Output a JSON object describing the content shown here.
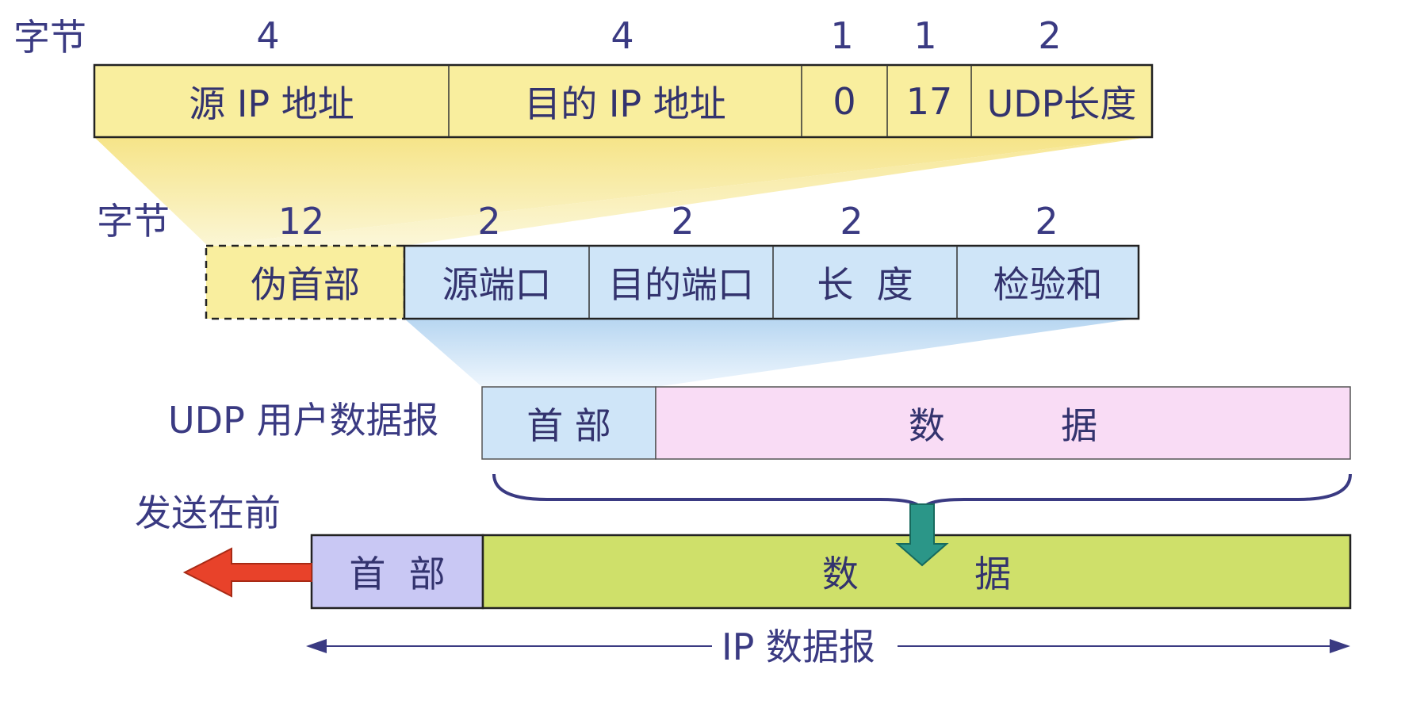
{
  "pseudo_header": {
    "bytes_label": "字节",
    "byte_counts": [
      "4",
      "4",
      "1",
      "1",
      "2"
    ],
    "fields": [
      "源 IP 地址",
      "目的 IP 地址",
      "0",
      "17",
      "UDP长度"
    ]
  },
  "udp_header": {
    "bytes_label": "字节",
    "byte_counts": [
      "12",
      "2",
      "2",
      "2",
      "2"
    ],
    "pseudo_label": "伪首部",
    "fields": [
      "源端口",
      "目的端口",
      "长  度",
      "检验和"
    ]
  },
  "udp_datagram": {
    "label": "UDP 用户数据报",
    "header": "首 部",
    "data": "数          据"
  },
  "ip_datagram": {
    "send_first": "发送在前",
    "header": "首  部",
    "data": "数          据",
    "label": "IP 数据报"
  },
  "colors": {
    "yellow": "#f9ee9e",
    "blue": "#cfe5f8",
    "pink": "#f9dcf5",
    "green": "#cfe06a",
    "lavender": "#c9c8f4",
    "red_arrow": "#e8422a",
    "teal_arrow": "#2b9688",
    "text": "#3a3a82"
  }
}
